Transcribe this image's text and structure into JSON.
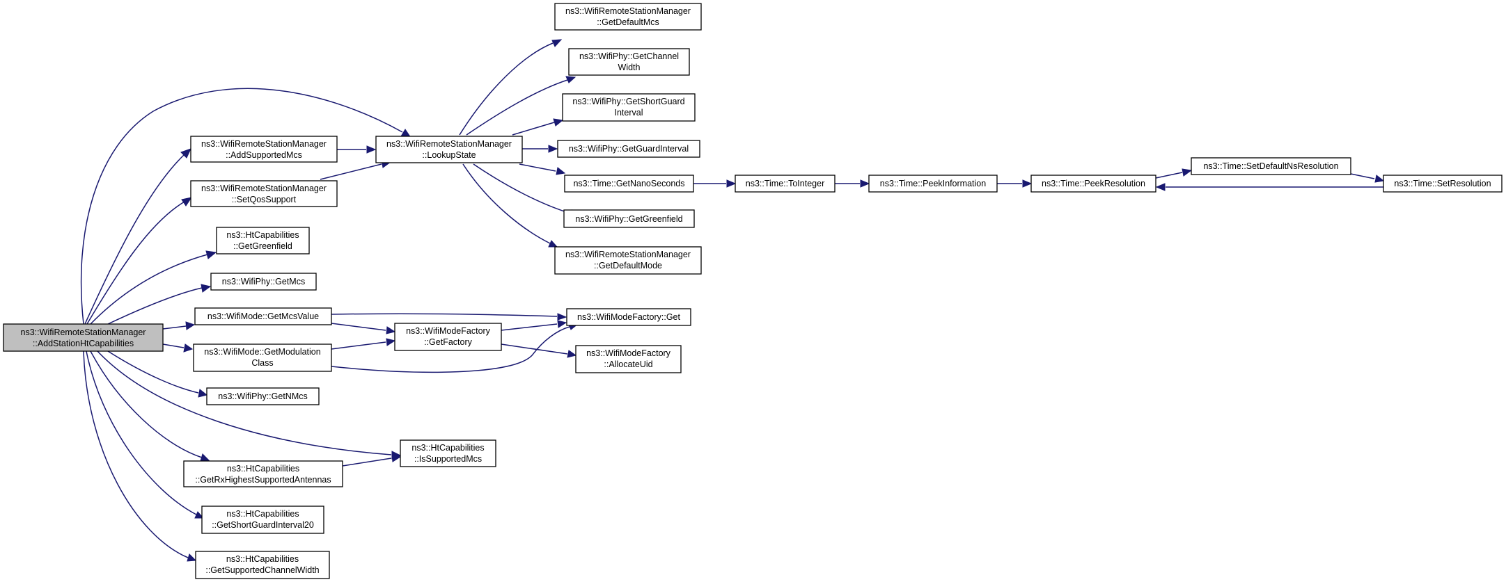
{
  "nodes": {
    "root": [
      "ns3::WifiRemoteStationManager",
      "::AddStationHtCapabilities"
    ],
    "add_supported_mcs": [
      "ns3::WifiRemoteStationManager",
      "::AddSupportedMcs"
    ],
    "set_qos_support": [
      "ns3::WifiRemoteStationManager",
      "::SetQosSupport"
    ],
    "ht_get_greenfield": [
      "ns3::HtCapabilities",
      "::GetGreenfield"
    ],
    "phy_get_mcs": [
      "ns3::WifiPhy::GetMcs"
    ],
    "mode_get_mcs_value": [
      "ns3::WifiMode::GetMcsValue"
    ],
    "mode_get_modulation_class": [
      "ns3::WifiMode::GetModulation",
      "Class"
    ],
    "phy_get_nmcs": [
      "ns3::WifiPhy::GetNMcs"
    ],
    "ht_get_rx_highest": [
      "ns3::HtCapabilities",
      "::GetRxHighestSupportedAntennas"
    ],
    "ht_get_short_guard_interval20": [
      "ns3::HtCapabilities",
      "::GetShortGuardInterval20"
    ],
    "ht_get_supported_channel_width": [
      "ns3::HtCapabilities",
      "::GetSupportedChannelWidth"
    ],
    "lookup_state": [
      "ns3::WifiRemoteStationManager",
      "::LookupState"
    ],
    "mode_factory_get_factory": [
      "ns3::WifiModeFactory",
      "::GetFactory"
    ],
    "ht_is_supported_mcs": [
      "ns3::HtCapabilities",
      "::IsSupportedMcs"
    ],
    "get_default_mcs": [
      "ns3::WifiRemoteStationManager",
      "::GetDefaultMcs"
    ],
    "phy_get_channel_width": [
      "ns3::WifiPhy::GetChannel",
      "Width"
    ],
    "phy_get_short_guard_interval": [
      "ns3::WifiPhy::GetShortGuard",
      "Interval"
    ],
    "phy_get_guard_interval": [
      "ns3::WifiPhy::GetGuardInterval"
    ],
    "time_get_nano_seconds": [
      "ns3::Time::GetNanoSeconds"
    ],
    "phy_get_greenfield": [
      "ns3::WifiPhy::GetGreenfield"
    ],
    "get_default_mode": [
      "ns3::WifiRemoteStationManager",
      "::GetDefaultMode"
    ],
    "mode_factory_get": [
      "ns3::WifiModeFactory::Get"
    ],
    "mode_factory_allocate_uid": [
      "ns3::WifiModeFactory",
      "::AllocateUid"
    ],
    "time_to_integer": [
      "ns3::Time::ToInteger"
    ],
    "time_peek_information": [
      "ns3::Time::PeekInformation"
    ],
    "time_peek_resolution": [
      "ns3::Time::PeekResolution"
    ],
    "time_set_default_ns_resolution": [
      "ns3::Time::SetDefaultNsResolution"
    ],
    "time_set_resolution": [
      "ns3::Time::SetResolution"
    ]
  }
}
